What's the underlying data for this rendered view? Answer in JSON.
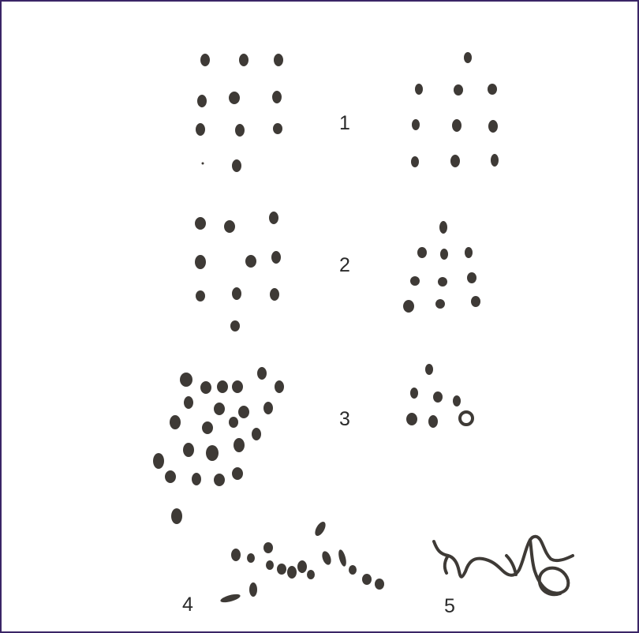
{
  "figure": {
    "labels": [
      {
        "text": "1"
      },
      {
        "text": "2"
      },
      {
        "text": "3"
      },
      {
        "text": "4"
      },
      {
        "text": "5"
      }
    ],
    "colors": {
      "frame": "#3a2566",
      "ink": "#3e3a36",
      "paper": "#ffffff"
    }
  }
}
